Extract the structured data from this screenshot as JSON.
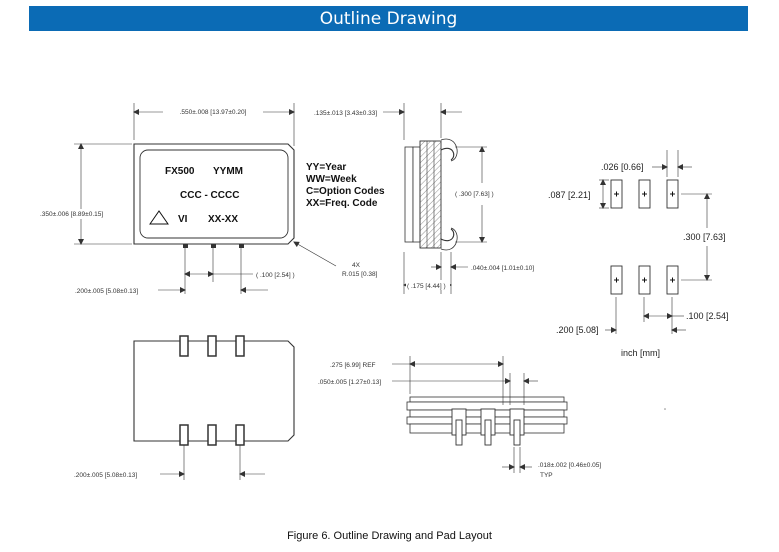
{
  "header": {
    "title": "Outline Drawing"
  },
  "caption": "Figure 6. Outline Drawing and Pad Layout",
  "top_view": {
    "dims": {
      "length": ".550±.008 [13.97±0.20]",
      "width": ".350±.006 [8.89±0.15]",
      "pin_span": ".200±.005 [5.08±0.13]",
      "pitch": "( .100 [2.54] )",
      "radius_count": "4X",
      "radius": "R.015 [0.38]"
    },
    "marking": {
      "line1_left": "FX500",
      "line1_right": "YYMM",
      "line2": "CCC - CCCC",
      "line3_left": "VI",
      "line3_right": "XX-XX"
    }
  },
  "legend": [
    "YY=Year",
    "WW=Week",
    "C=Option Codes",
    "XX=Freq. Code"
  ],
  "side_view": {
    "dims": {
      "height": ".135±.013 [3.43±0.33]",
      "lead_span": "( .300 [7.63] )",
      "standoff": ".040±.004 [1.01±0.10]",
      "overall": "( .175 [4.44] )"
    }
  },
  "bottom_view": {
    "dims": {
      "pin_span": ".200±.005 [5.08±0.13]"
    }
  },
  "front_view": {
    "dims": {
      "ref": ".275 [6.99] REF",
      "lead_width": ".050±.005 [1.27±0.13]",
      "lead_thickness": ".018±.002 [0.46±0.05]",
      "typ": "TYP"
    }
  },
  "pad_layout": {
    "dims": {
      "pad_width": ".026 [0.66]",
      "pad_length": ".087 [2.21]",
      "row_span": ".300 [7.63]",
      "pitch": ".100 [2.54]",
      "outer_span": ".200 [5.08]"
    },
    "units": "inch [mm]"
  }
}
